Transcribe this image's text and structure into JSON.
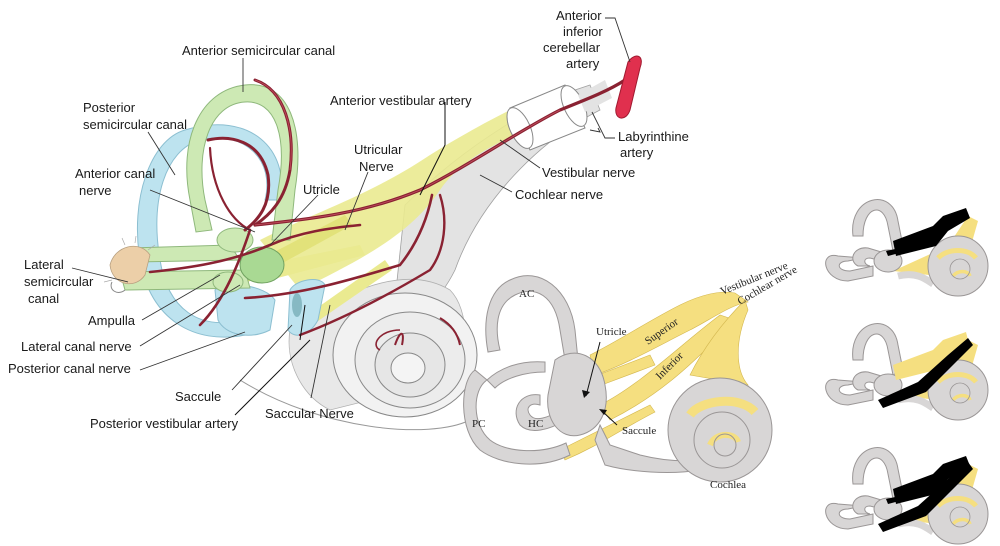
{
  "colors": {
    "canal_green": "#cde9b4",
    "canal_green_stroke": "#8fb87c",
    "posterior_blue": "#bde3ef",
    "posterior_blue_stroke": "#8cbfd1",
    "nerve_yellow": "#eaea90",
    "artery_red": "#8a2232",
    "artery_highlight": "#d05a6a",
    "aica_red": "#e0304e",
    "bone_grey": "#d8d6d6",
    "bone_grey_stroke": "#9a9696",
    "nerve_yellow_bold": "#f5df80",
    "black_highlight": "#000000",
    "ampulla_tan": "#eccfa8"
  },
  "main_figure": {
    "labels": {
      "anterior_semicircular_canal": "Anterior semicircular canal",
      "posterior_semicircular_canal_1": "Posterior",
      "posterior_semicircular_canal_2": "semicircular canal",
      "anterior_canal_nerve_1": "Anterior canal",
      "anterior_canal_nerve_2": "nerve",
      "lateral_semicircular_canal_1": "Lateral",
      "lateral_semicircular_canal_2": "semicircular",
      "lateral_semicircular_canal_3": "canal",
      "ampulla": "Ampulla",
      "lateral_canal_nerve": "Lateral canal nerve",
      "posterior_canal_nerve": "Posterior canal nerve",
      "saccule": "Saccule",
      "posterior_vestibular_artery": "Posterior vestibular artery",
      "saccular_nerve": "Saccular Nerve",
      "utricle": "Utricle",
      "utricular_nerve_1": "Utricular",
      "utricular_nerve_2": "Nerve",
      "anterior_vestibular_artery": "Anterior vestibular artery",
      "aica_1": "Anterior",
      "aica_2": "inferior",
      "aica_3": "cerebellar",
      "aica_4": "artery",
      "labyrinthine_artery_1": "Labyrinthine",
      "labyrinthine_artery_2": "artery",
      "vestibular_nerve": "Vestibular nerve",
      "cochlear_nerve": "Cochlear nerve"
    }
  },
  "secondary_figure": {
    "labels": {
      "ac": "AC",
      "pc": "PC",
      "hc": "HC",
      "utricle": "Utricle",
      "saccule": "Saccule",
      "superior": "Superior",
      "inferior": "Inferior",
      "vestibular_nerve": "Vestibular nerve",
      "cochlear_nerve": "Cochlear nerve",
      "cochlea": "Cochlea"
    }
  },
  "thumbnails": [
    {
      "highlight": "superior vestibular nerve"
    },
    {
      "highlight": "inferior vestibular nerve"
    },
    {
      "highlight": "superior and inferior vestibular nerve"
    }
  ]
}
